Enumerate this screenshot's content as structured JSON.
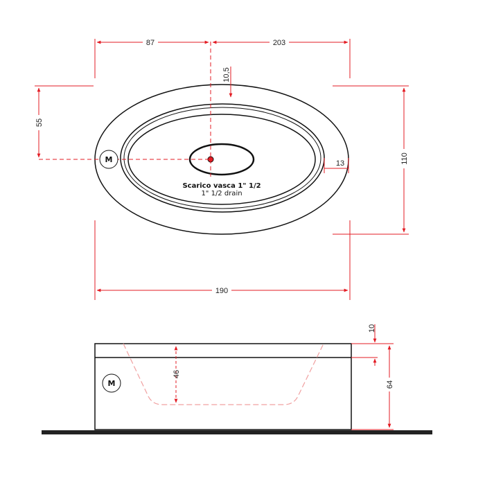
{
  "colors": {
    "outline": "#111111",
    "dimension": "#e31b23",
    "hidden": "#f0a0a0",
    "floor": "#222222",
    "text": "#222222"
  },
  "top_view": {
    "dims": {
      "left_offset": "87",
      "right_offset": "203",
      "rim_depth": "10,5",
      "center_offset": "55",
      "overall_width": "110",
      "rim_thickness": "13",
      "overall_length": "190"
    },
    "drain_label_it": "Scarico vasca 1\" 1/2",
    "drain_label_en": "1\" 1/2  drain",
    "motor_badge": "M"
  },
  "side_view": {
    "dims": {
      "rim_height": "10",
      "inner_depth": "46",
      "overall_height": "64"
    },
    "motor_badge": "M"
  }
}
